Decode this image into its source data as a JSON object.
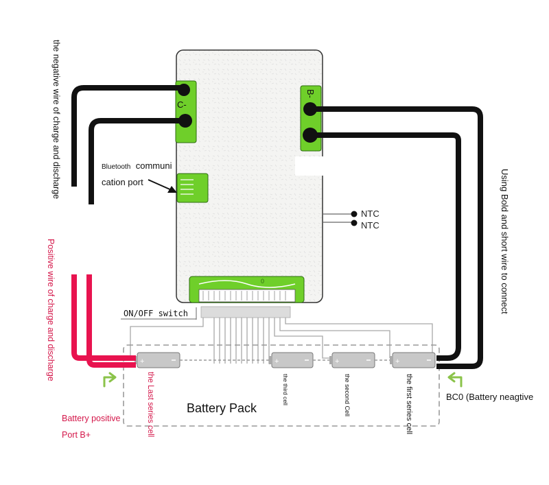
{
  "labels": {
    "negative_wire": "the negative wire of charge and discharge",
    "positive_wire": "Positive wire of charge and discharge",
    "bold_short_wire": "Using Bold and short wire to connect",
    "bluetooth_line1_small": "Bluetooth",
    "bluetooth_line1_big": "communi",
    "bluetooth_line2": "cation port",
    "ntc_1": "NTC",
    "ntc_2": "NTC",
    "on_off_switch": "ON/OFF switch",
    "battery_pack": "Battery Pack",
    "battery_positive_line1": "Battery positive",
    "battery_positive_line2": "Port B+",
    "bc0": "BC0 (Battery neagtive",
    "board_c_minus": "C-",
    "board_b_minus": "B-",
    "board_connector_mark": "0"
  },
  "cells": {
    "last": "the Last series cell",
    "third": "the third cell",
    "second": "the second Cell",
    "first": "the first series cell"
  },
  "colors": {
    "wire_black": "#111111",
    "wire_red": "#e8134f",
    "pcb_green": "#6fcf2a",
    "board_white": "#f3f3f1",
    "label_red": "#d4174a",
    "arrow_green": "#8bc34a",
    "cell_grey": "#c8c8c8"
  }
}
